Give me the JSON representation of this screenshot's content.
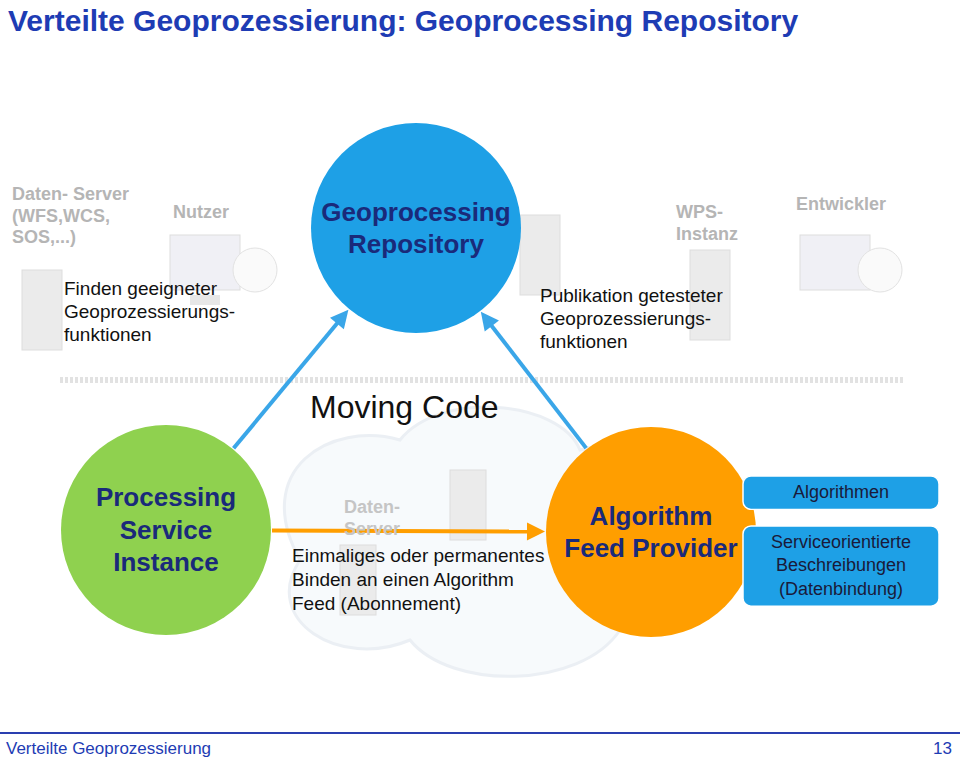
{
  "diagram": {
    "title": "Verteilte Geoprozessierung: Geoprocessing Repository",
    "nodes": [
      {
        "text": [
          "Geoprocessing Repository"
        ]
      },
      {
        "text": [
          "Processing Service Instance"
        ]
      },
      {
        "text": [
          "Algorithm Feed Provider"
        ]
      },
      {
        "text": [
          "Algorithmen"
        ]
      },
      {
        "text": [
          "Serviceorientierte Beschreibungen (Datenbindung)"
        ]
      }
    ],
    "edges": [
      {
        "from": 1,
        "to": 0,
        "arrow": "to"
      },
      {
        "from": 2,
        "to": 0,
        "arrow": "to"
      },
      {
        "from": 1,
        "to": 2,
        "label": "Einmaliges oder permanentes Binden an einen Algorithm Feed (Abonnement)",
        "arrow": "to"
      }
    ],
    "labels": [
      "Finden geeigneter Geoprozessierungs- funktionen",
      "Publikation getesteter Geoprozessierungs- funktionen",
      "Moving Code",
      "Daten- Server (WFS,WCS, SOS,...)",
      "Nutzer",
      "WPS- Instanz",
      "Entwickler",
      "Daten- Server",
      "Verteilte Geoprozessierung",
      "13"
    ]
  }
}
